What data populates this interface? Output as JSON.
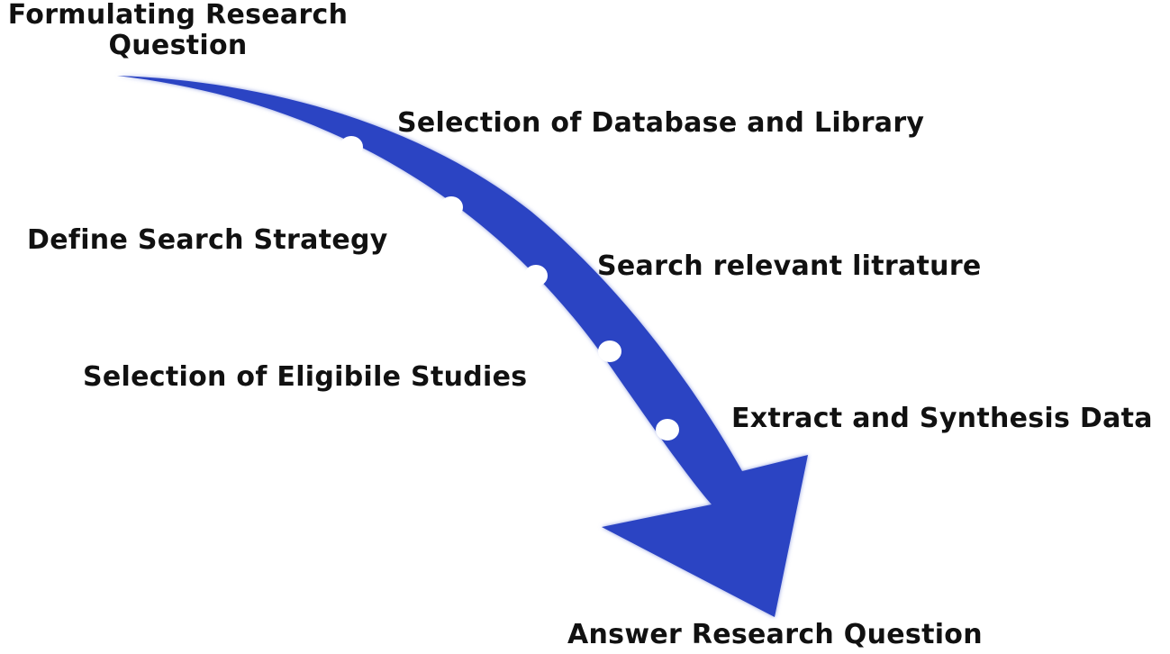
{
  "steps": [
    {
      "line1": "Formulating Research",
      "line2": "Question"
    },
    {
      "label": "Selection of Database and Library"
    },
    {
      "label": "Define Search Strategy"
    },
    {
      "label": "Search relevant litrature"
    },
    {
      "label": "Selection of Eligibile Studies"
    },
    {
      "label": "Extract and Synthesis Data"
    },
    {
      "label": "Answer Research Question"
    }
  ],
  "colors": {
    "arrow": "#2b44c3",
    "arrow_glow": "#8d9be0",
    "dot": "#ffffff",
    "text": "#111111",
    "background": "#ffffff"
  },
  "icons": {
    "arrow": "curved-arrow-icon",
    "milestone": "milestone-dot-icon"
  }
}
